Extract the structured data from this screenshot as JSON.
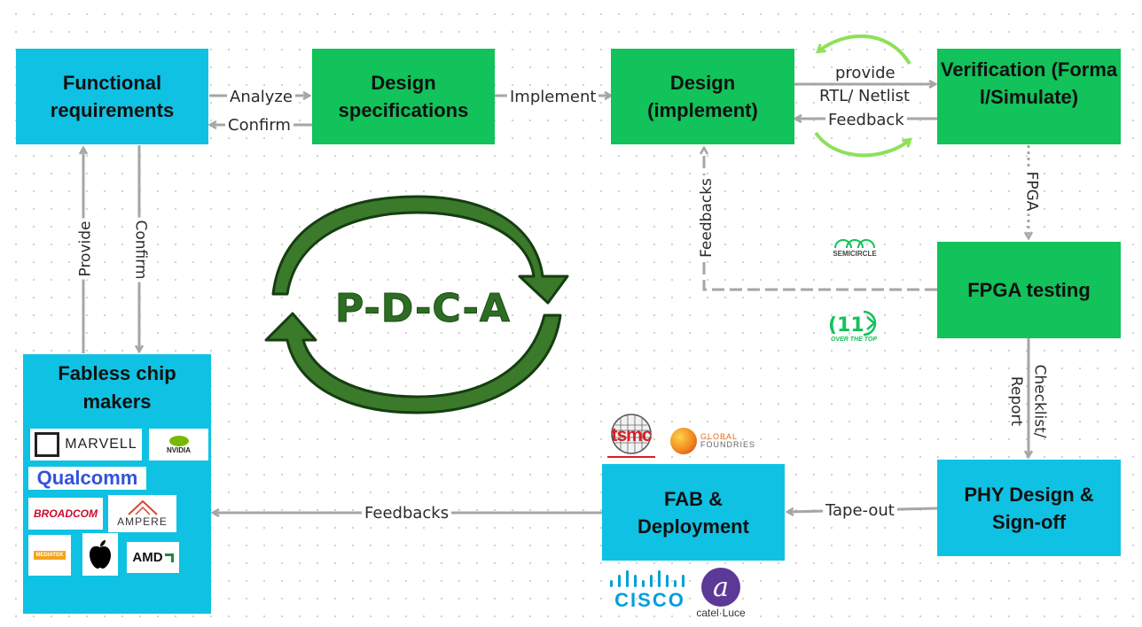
{
  "nodes": {
    "functional_requirements": "Functional requirements",
    "design_specifications": "Design specifications",
    "design_implement": "Design (implement)",
    "verification": "Verification (Formal/Simulate)",
    "fpga_testing": "FPGA testing",
    "phy_design": "PHY Design & Sign-off",
    "fab_deployment": "FAB & Deployment",
    "fabless_chip_makers": "Fabless chip makers"
  },
  "edges": {
    "analyze": "Analyze",
    "confirm_top": "Confirm",
    "implement": "Implement",
    "provide": "provide",
    "rtl_netlist": "RTL/ Netlist",
    "feedback": "Feedback",
    "fpga": "FPGA",
    "feedbacks_vertical": "Feedbacks",
    "checklist_report_1": "Checklist/",
    "checklist_report_2": "Report",
    "tape_out": "Tape-out",
    "feedbacks_bottom": "Feedbacks",
    "provide_left": "Provide",
    "confirm_left": "Confirm"
  },
  "center_label": "P-D-C-A",
  "logos": {
    "marvell": "MARVELL",
    "nvidia": "NVIDIA",
    "qualcomm": "Qualcomm",
    "broadcom": "BROADCOM",
    "ampere": "AMPERE",
    "mediatek": "MEDIATEK",
    "amd": "AMD",
    "tsmc": "tsmc",
    "globalfoundries_1": "GLOBAL",
    "globalfoundries_2": "FOUNDRIES",
    "cisco": "CISCO",
    "alcatel_lucent": "catel·Luce",
    "semicircle": "SEMICIRCLE",
    "ott": "OVER THE TOP"
  },
  "colors": {
    "cyan_box": "#0fc2e3",
    "green_box": "#12c25a",
    "pdca_arrow": "#3a7a2a",
    "arrow_gray": "#a6a6a6"
  }
}
